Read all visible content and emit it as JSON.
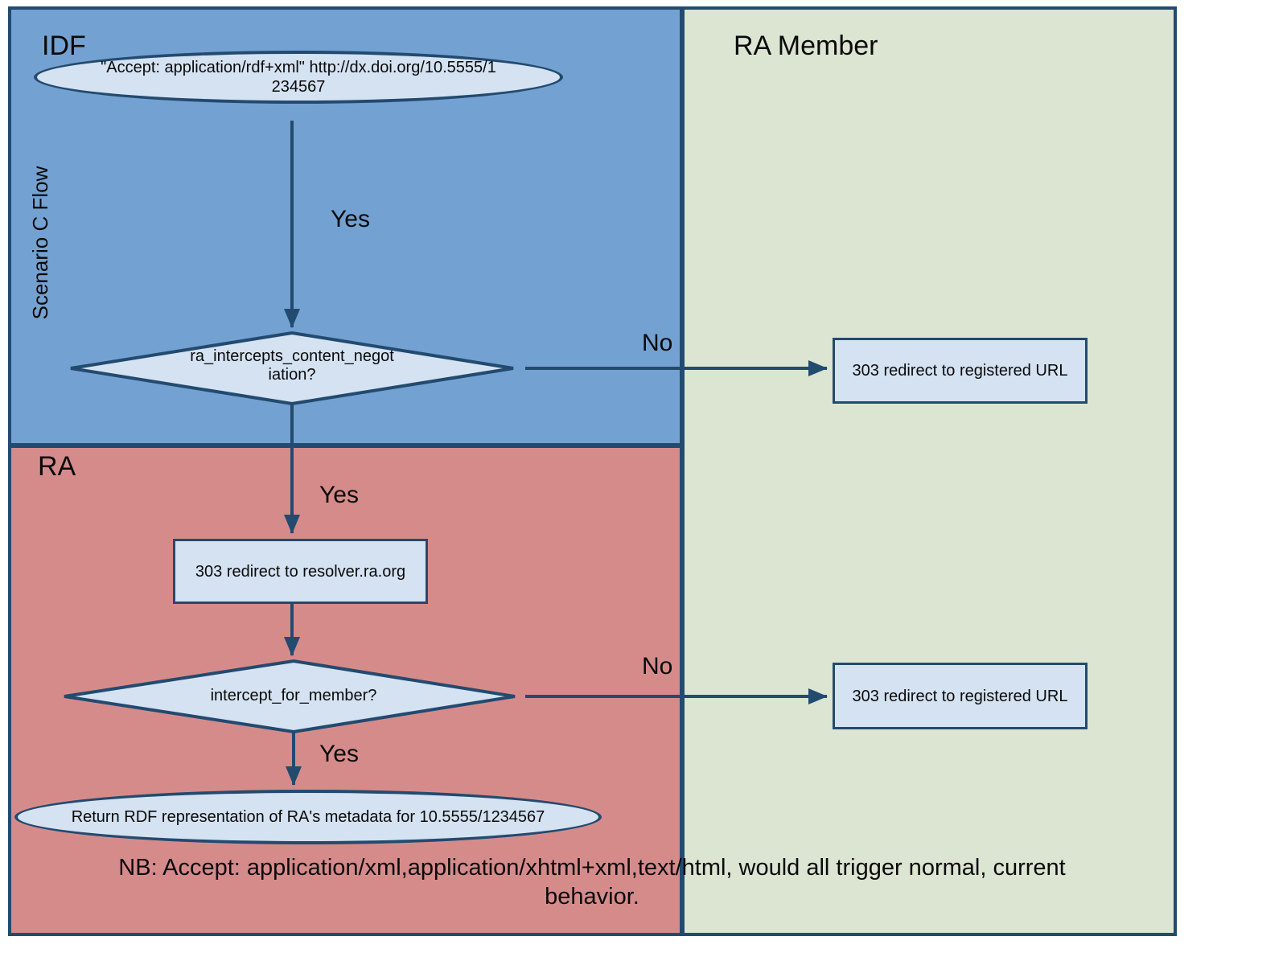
{
  "diagram": {
    "title_vertical": "Scenario C Flow",
    "lanes": {
      "idf": "IDF",
      "ra_member": "RA Member",
      "ra": "RA"
    },
    "nodes": {
      "start_terminator": "\"Accept: application/rdf+xml\" http://dx.doi.org/10.5555/1234567",
      "decision_content_negotiation": "ra_intercepts_content_negotiation?",
      "redirect_registered_url_top": "303 redirect to registered URL",
      "redirect_resolver": "303 redirect to resolver.ra.org",
      "decision_intercept_for_member": "intercept_for_member?",
      "redirect_registered_url_bottom": "303 redirect to registered URL",
      "end_terminator": "Return RDF representation of RA's metadata for 10.5555/1234567"
    },
    "edge_labels": {
      "yes_start_to_decision1": "Yes",
      "no_decision1": "No",
      "yes_decision1": "Yes",
      "no_decision2": "No",
      "yes_decision2": "Yes"
    },
    "note": "NB: Accept: application/xml,application/xhtml+xml,text/html, would all trigger normal, current behavior.",
    "colors": {
      "lane-idf": "#73A1D1",
      "lane-ra": "#D68B8B",
      "lane-member": "#DBE5D2",
      "node-fill": "#D4E2F2",
      "stroke": "#234A6F",
      "text-color": "#0A0A0A"
    }
  }
}
